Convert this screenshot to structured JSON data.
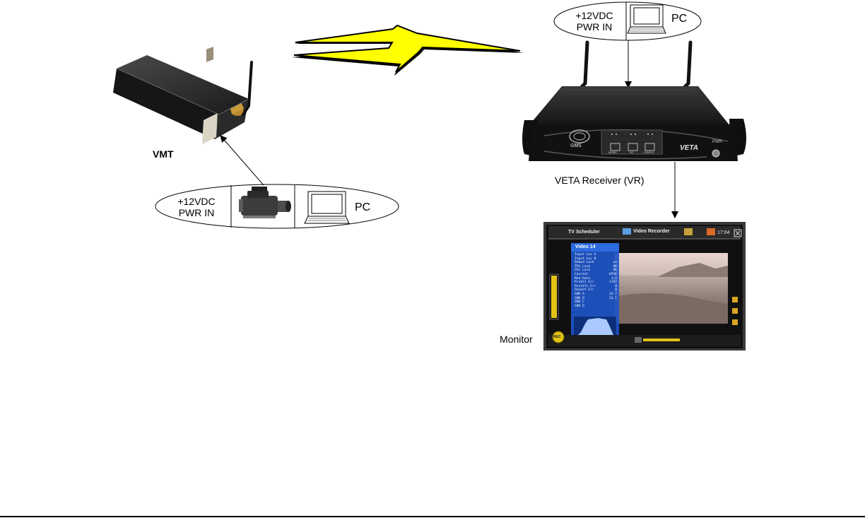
{
  "transmitter": {
    "label": "VMT",
    "input_group": {
      "power_label_line1": "+12VDC",
      "power_label_line2": "PWR IN",
      "pc_label": "PC"
    }
  },
  "receiver": {
    "label": "VETA Receiver (VR)",
    "front_panel": {
      "brand_logo_text": "GMS",
      "product_name": "VETA",
      "power_switch_label": "PWR",
      "button_labels": [
        "MODE",
        "SC",
        "CONFIG"
      ]
    },
    "input_group": {
      "power_label_line1": "+12VDC",
      "power_label_line2": "PWR IN",
      "pc_label": "PC"
    }
  },
  "monitor": {
    "label": "Monitor",
    "screen": {
      "tab_left": "TV Scheduler",
      "tab_right": "Video Recorder",
      "clock": "17:04",
      "panel_title": "Video 14",
      "rec_button": "REC",
      "status_rows": [
        {
          "name": "Input Lev A",
          "value": ""
        },
        {
          "name": "Input Lev B",
          "value": ""
        },
        {
          "name": "Demod Lock",
          "value": "on"
        },
        {
          "name": "TPS Lock",
          "value": "OK"
        },
        {
          "name": "FEC Lock",
          "value": "OK"
        },
        {
          "name": "Constel",
          "value": "QPSK"
        },
        {
          "name": "Mod Rate",
          "value": "1/2"
        },
        {
          "name": "PreVit Err",
          "value": "1707"
        },
        {
          "name": "PostVit Err",
          "value": "0"
        },
        {
          "name": "Packet Err",
          "value": "0"
        },
        {
          "name": "SNR A",
          "value": "24.7"
        },
        {
          "name": "SNR B",
          "value": "24.1"
        },
        {
          "name": "SNR C",
          "value": ""
        },
        {
          "name": "SNR D",
          "value": ""
        }
      ]
    }
  },
  "colors": {
    "lightning_fill": "#ffff00",
    "lightning_stroke": "#000000",
    "device_body": "#1b1b1b",
    "monitor_panel": "#1e55c8",
    "antenna": "#111111"
  }
}
